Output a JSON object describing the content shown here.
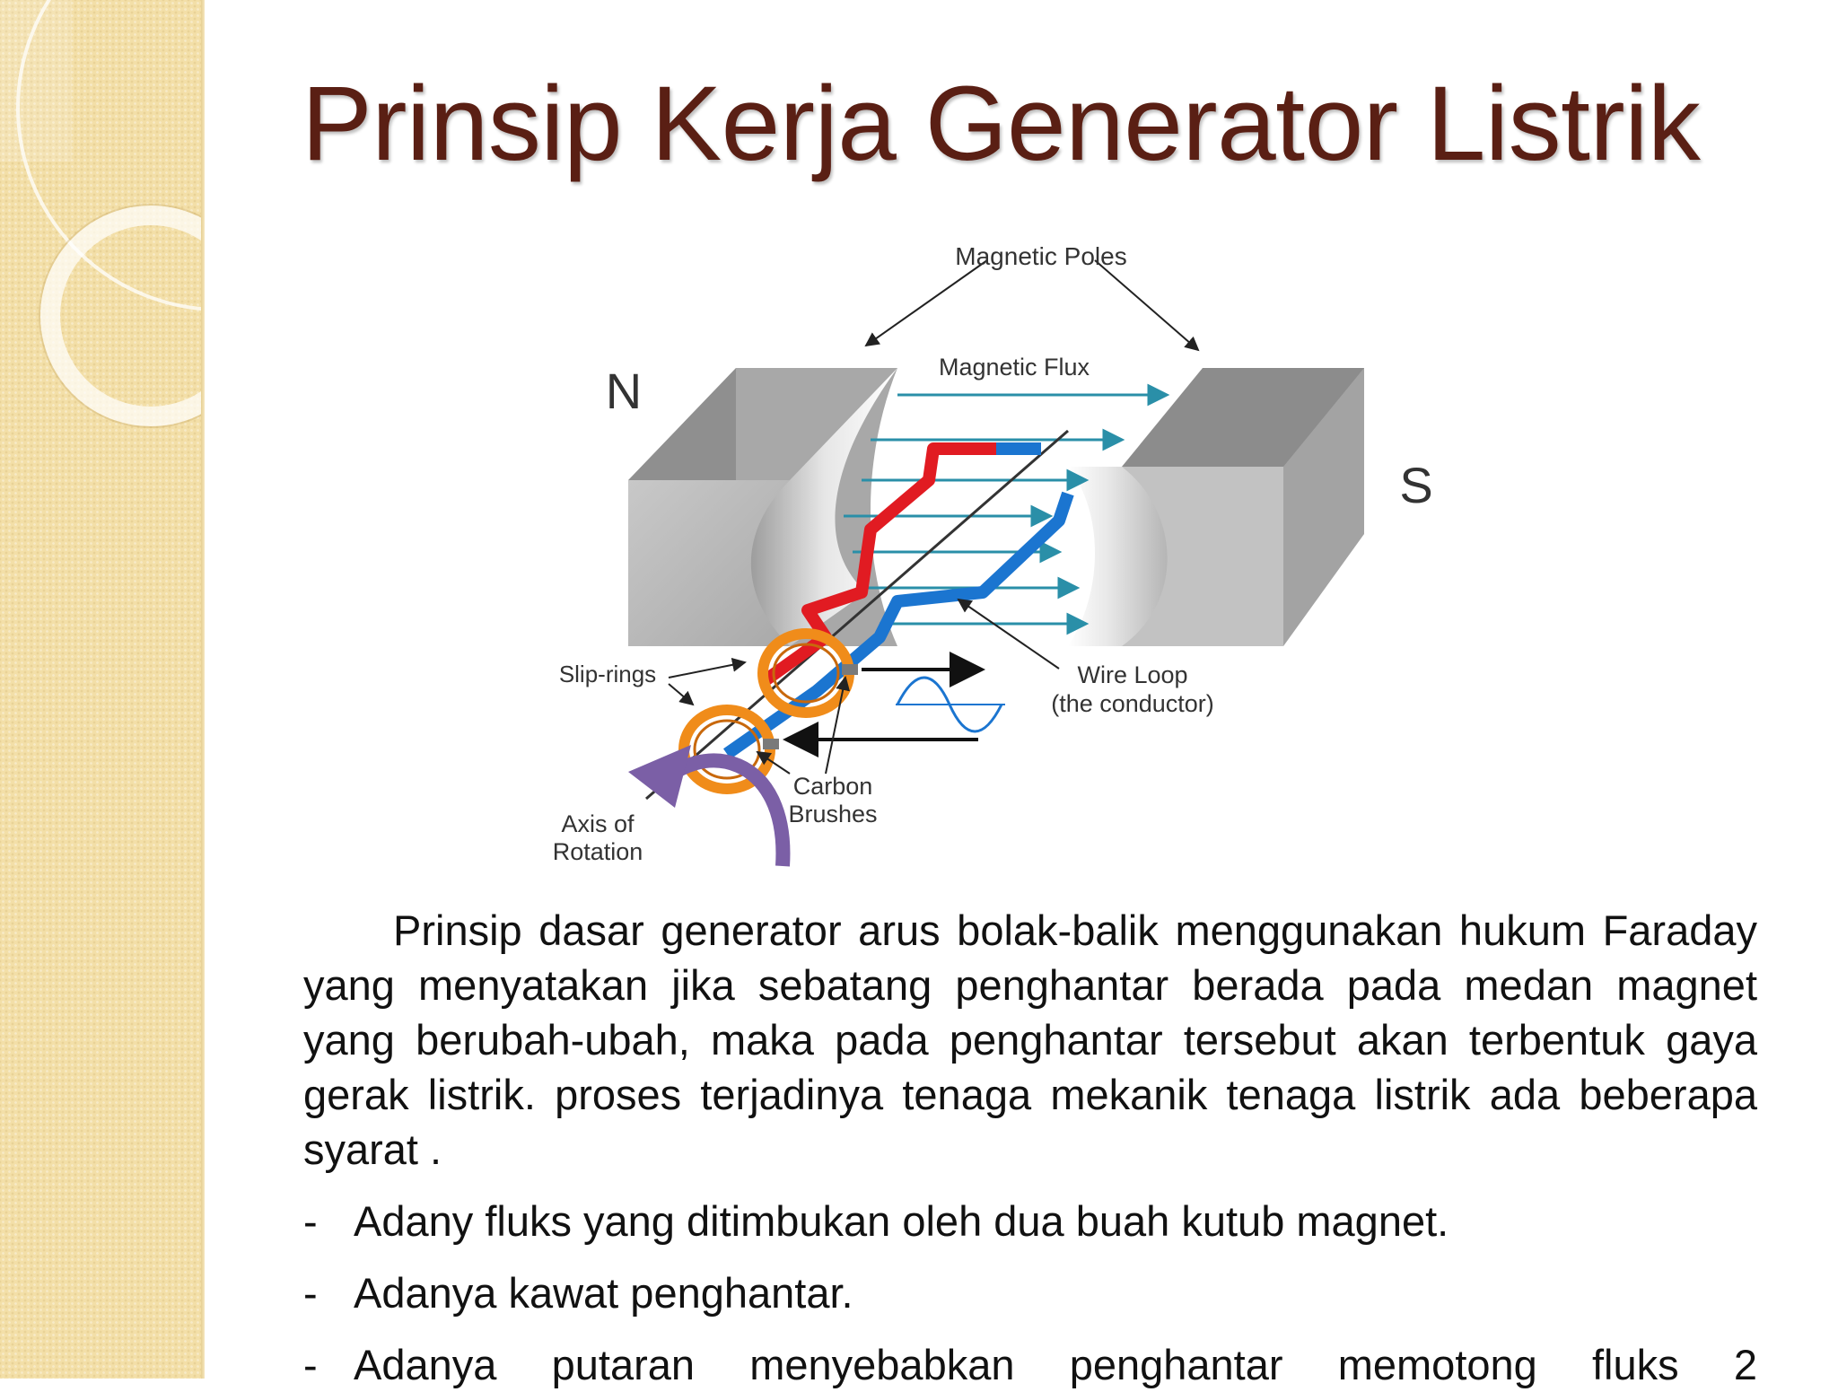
{
  "slide": {
    "title": "Prinsip Kerja Generator Listrik"
  },
  "diagram": {
    "labels": {
      "magnetic_poles": "Magnetic Poles",
      "magnetic_flux": "Magnetic Flux",
      "north": "N",
      "south": "S",
      "slip_rings": "Slip-rings",
      "wire_loop": "Wire Loop",
      "wire_loop_sub": "(the conductor)",
      "carbon": "Carbon",
      "brushes": "Brushes",
      "axis_of": "Axis of",
      "rotation": "Rotation"
    },
    "colors": {
      "red_wire": "#e11b22",
      "blue_wire": "#1b75d0",
      "flux_arrows": "#2a8fa8",
      "slip_ring": "#f08c1a",
      "rotation_arrow": "#7b5fa6",
      "magnet": "#b9b9b9"
    }
  },
  "body": {
    "paragraph": "Prinsip dasar generator arus bolak-balik menggunakan hukum Faraday yang menyatakan jika sebatang penghantar berada pada medan magnet yang berubah-ubah, maka pada penghantar tersebut akan terbentuk gaya gerak listrik. proses terjadinya tenaga mekanik tenaga listrik ada beberapa syarat .",
    "bullet_marker": "-",
    "bullets": [
      "Adany fluks yang ditimbukan oleh dua buah kutub magnet.",
      "Adanya kawat penghantar.",
      "Adanya putaran menyebabkan penghantar memotong fluks 2"
    ]
  }
}
